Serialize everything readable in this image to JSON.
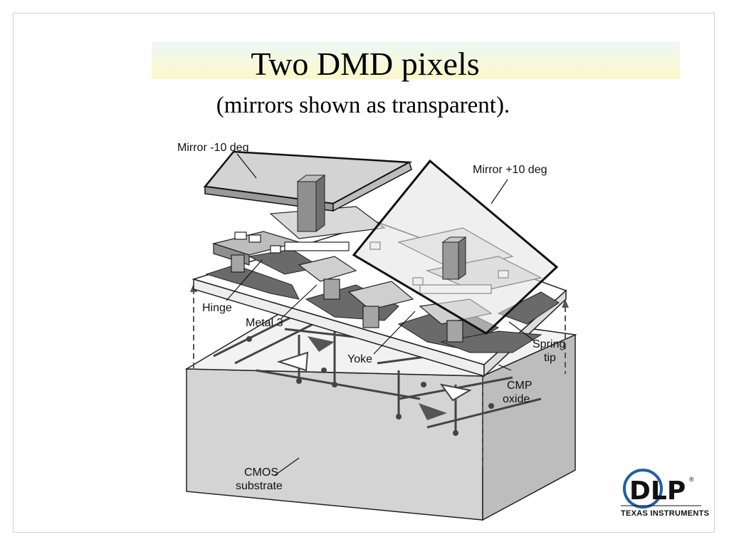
{
  "slide": {
    "title": "Two DMD pixels",
    "subtitle": "(mirrors shown as transparent)."
  },
  "diagram": {
    "labels": {
      "mirror_neg": "Mirror -10 deg",
      "mirror_pos": "Mirror +10 deg",
      "hinge": "Hinge",
      "metal3": "Metal 3",
      "yoke": "Yoke",
      "spring_line1": "Spring",
      "spring_line2": "tip",
      "cmp_line1": "CMP",
      "cmp_line2": "oxide",
      "cmos_line1": "CMOS",
      "cmos_line2": "substrate"
    }
  },
  "logo": {
    "mark": "DLP",
    "trademark": "®",
    "company": "TEXAS INSTRUMENTS"
  }
}
